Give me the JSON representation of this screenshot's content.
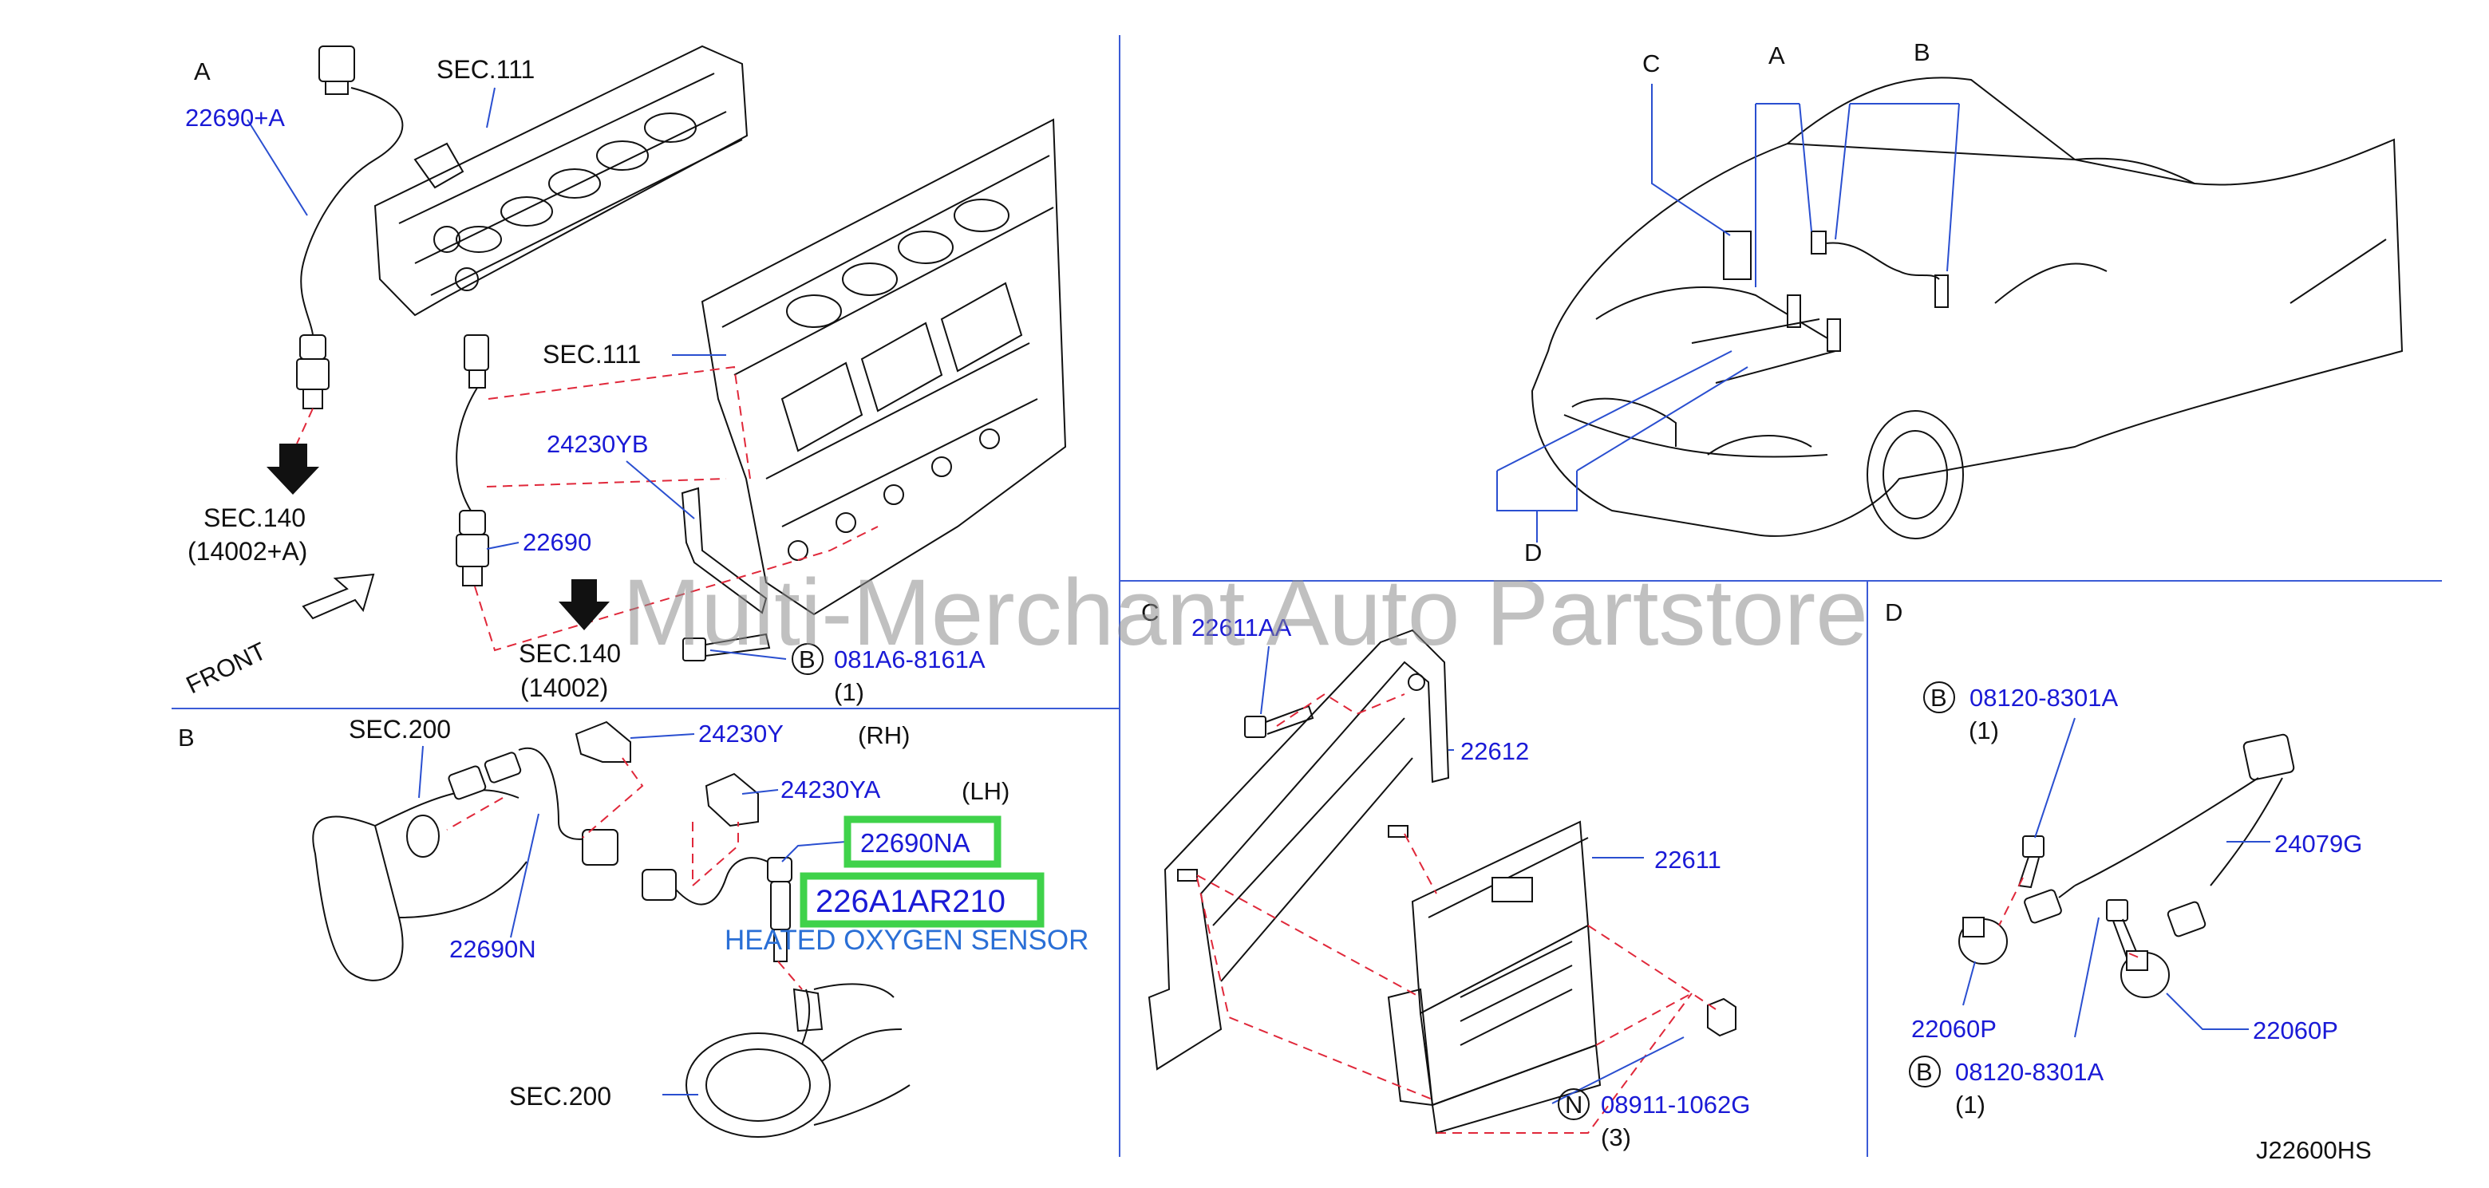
{
  "watermark": "Multi-Merchant Auto Partstore",
  "diagram_code": "J22600HS",
  "views": {
    "a": {
      "tag": "A"
    },
    "b": {
      "tag": "B"
    },
    "c": {
      "tag": "C"
    },
    "d": {
      "tag": "D"
    },
    "overview": {
      "label_a": "A",
      "label_b": "B",
      "label_c": "C",
      "label_d": "D"
    }
  },
  "front_label": "FRONT",
  "section_refs": {
    "sec111_top": "SEC.111",
    "sec111_mid": "SEC.111",
    "sec140_left": "SEC.140",
    "sec140_left_sub": "(14002+A)",
    "sec140_right": "SEC.140",
    "sec140_right_sub": "(14002)",
    "sec200_top": "SEC.200",
    "sec200_bottom": "SEC.200"
  },
  "parts": {
    "p22690A": "22690+A",
    "p24230YB": "24230YB",
    "p22690": "22690",
    "p24230Y": "24230Y",
    "p24230YA": "24230YA",
    "p22690N": "22690N",
    "p22690NA": "22690NA",
    "p226A1AR210": "226A1AR210",
    "p22611AA": "22611AA",
    "p22612": "22612",
    "p22611": "22611",
    "p24079G": "24079G",
    "p22060P_left": "22060P",
    "p22060P_right": "22060P"
  },
  "side_tags": {
    "rh": "(RH)",
    "lh": "(LH)"
  },
  "heated_sensor_label": "HEATED OXYGEN SENSOR",
  "fasteners": {
    "a_bolt": {
      "symbol": "B",
      "code": "081A6-8161A",
      "qty": "(1)"
    },
    "c_nut": {
      "symbol": "N",
      "code": "08911-1062G",
      "qty": "(3)"
    },
    "d_bolt_top": {
      "symbol": "B",
      "code": "08120-8301A",
      "qty": "(1)"
    },
    "d_bolt_bottom": {
      "symbol": "B",
      "code": "08120-8301A",
      "qty": "(1)"
    }
  },
  "colors": {
    "part_number": "#1a1ad6",
    "leader_line": "#2a4fd0",
    "dashed_line": "#e0283a",
    "highlight": "#3fd24a",
    "note_text": "#2a6fd6"
  }
}
